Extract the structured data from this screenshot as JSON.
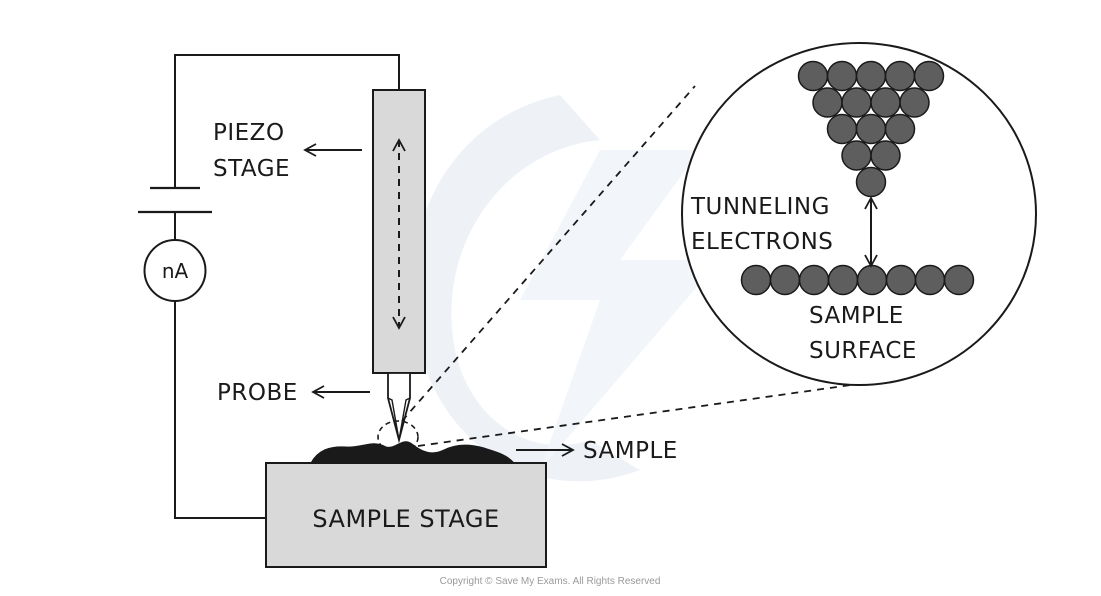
{
  "labels": {
    "piezo_line1": "PIEZO",
    "piezo_line2": "STAGE",
    "probe": "PROBE",
    "sample": "SAMPLE",
    "sample_stage": "SAMPLE STAGE",
    "ammeter": "nA",
    "tunneling_line1": "TUNNELING",
    "tunneling_line2": "ELECTRONS",
    "surface_line1": "SAMPLE",
    "surface_line2": "SURFACE"
  },
  "copyright": "Copyright © Save My Exams. All Rights Reserved",
  "colors": {
    "line": "#1a1a1a",
    "stage_fill": "#d9d9d9",
    "atom_fill": "#5e5e5e",
    "sample_fill": "#1a1a1a",
    "watermark": "#eef2f7"
  },
  "zoom": {
    "tip_rows": [
      5,
      4,
      3,
      2,
      1
    ],
    "surface_atoms": 8
  }
}
